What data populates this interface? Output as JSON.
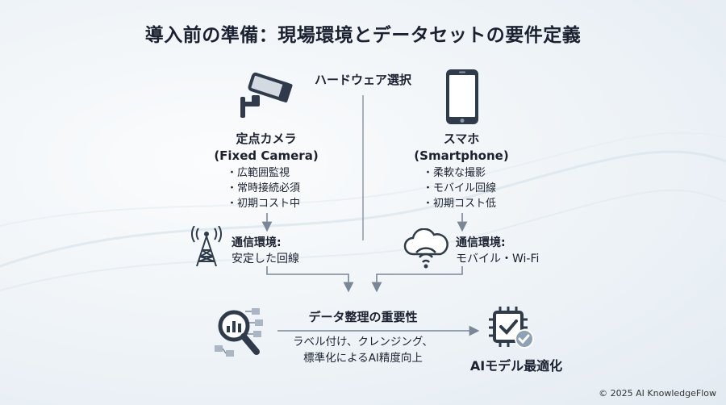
{
  "title": "導入前の準備：現場環境とデータセットの要件定義",
  "hardware": {
    "heading": "ハードウェア選択",
    "camera": {
      "name": "定点カメラ",
      "name_en": "(Fixed Camera)",
      "features": [
        "広範囲監視",
        "常時接続必須",
        "初期コスト中"
      ],
      "network_heading": "通信環境:",
      "network_value": "安定した回線"
    },
    "smartphone": {
      "name": "スマホ",
      "name_en": "(Smartphone)",
      "features": [
        "柔軟な撮影",
        "モバイル回線",
        "初期コスト低"
      ],
      "network_heading": "通信環境:",
      "network_value": "モバイル・Wi-Fi"
    }
  },
  "data_prep": {
    "heading": "データ整理の重要性",
    "description_line1": "ラベル付け、クレンジング、",
    "description_line2": "標準化によるAI精度向上"
  },
  "outcome": "AIモデル最適化",
  "footer": "© 2025 AI KnowledgeFlow",
  "colors": {
    "icon_dark": "#2f3a4a",
    "icon_light": "#d4dae2",
    "arrow": "#7a8797",
    "check_badge": "#8da2b5"
  }
}
